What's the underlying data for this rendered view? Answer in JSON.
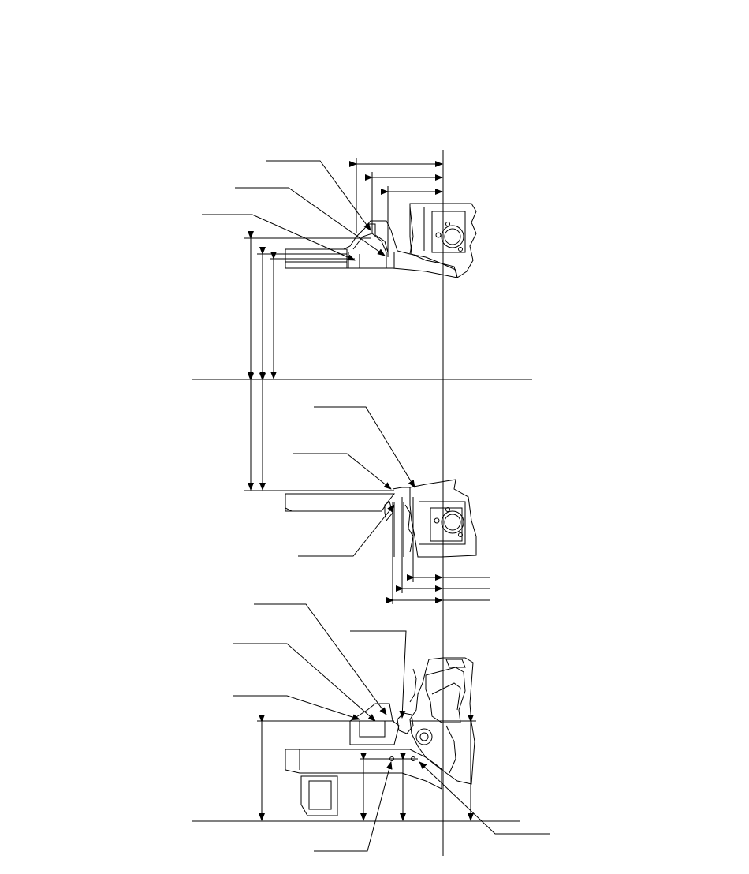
{
  "drawing": {
    "title": "",
    "line_color": "#000000",
    "background": "#ffffff",
    "views": [
      {
        "name": "top-view",
        "callouts": 3,
        "dimensions": 6
      },
      {
        "name": "middle-view",
        "callouts": 3,
        "dimensions": 5
      },
      {
        "name": "bottom-view",
        "callouts": 6,
        "dimensions": 4
      }
    ]
  }
}
